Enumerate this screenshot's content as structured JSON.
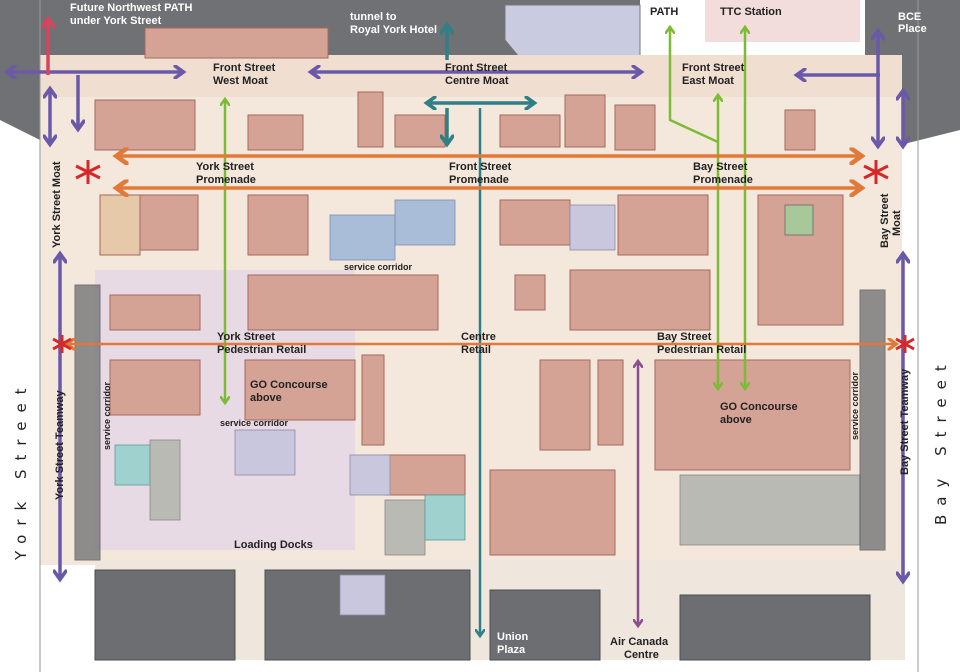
{
  "title": "Union Station concourse plan",
  "colors": {
    "purple": "#6a58a8",
    "green": "#7cbc34",
    "orange": "#e0793a",
    "teal": "#2e7f86",
    "red": "#d8445c",
    "plum": "#8b4d8d",
    "star": "#d62828",
    "retail": "#d5a396",
    "concourse": "#f4e8dc"
  },
  "streets": {
    "york": "York Street",
    "bay": "Bay Street"
  },
  "labels": {
    "future_path": [
      "Future Northwest PATH",
      "under York Street"
    ],
    "tunnel": [
      "tunnel to",
      "Royal York Hotel"
    ],
    "path": "PATH",
    "ttc": "TTC Station",
    "bce": [
      "BCE",
      "Place"
    ],
    "fs_west": [
      "Front Street",
      "West Moat"
    ],
    "fs_centre": [
      "Front Street",
      "Centre Moat"
    ],
    "fs_east": [
      "Front Street",
      "East Moat"
    ],
    "york_prom": [
      "York Street",
      "Promenade"
    ],
    "front_prom": [
      "Front Street",
      "Promenade"
    ],
    "bay_prom": [
      "Bay Street",
      "Promenade"
    ],
    "york_moat": "York Street Moat",
    "bay_moat": [
      "Bay Street",
      "Moat"
    ],
    "service_corridor_top": "service corridor",
    "york_ped": [
      "York Street",
      "Pedestrian Retail"
    ],
    "centre_retail": [
      "Centre",
      "Retail"
    ],
    "bay_ped": [
      "Bay Street",
      "Pedestrian Retail"
    ],
    "go_left": [
      "GO Concourse",
      "above"
    ],
    "go_right": [
      "GO Concourse",
      "above"
    ],
    "service_corridor_mid": "service corridor",
    "service_corridor_left": "service corridor",
    "service_corridor_right": "service corridor",
    "york_teamway": "York Street Teamway",
    "bay_teamway": "Bay Street Teamway",
    "loading_docks": "Loading Docks",
    "union_plaza": [
      "Union",
      "Plaza"
    ],
    "air_canada": [
      "Air Canada",
      "Centre"
    ]
  }
}
